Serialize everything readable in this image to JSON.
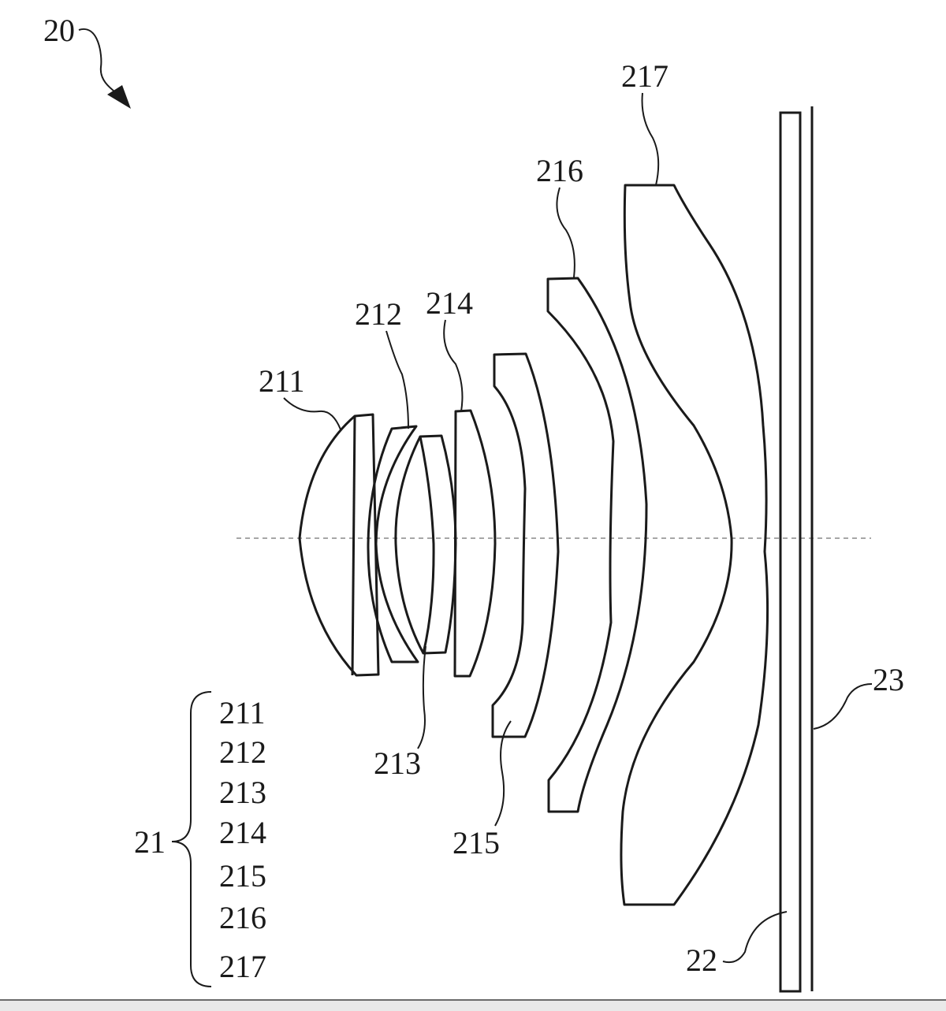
{
  "figure": {
    "assembly_label": "20",
    "group_label": "21",
    "filter_label": "22",
    "sensor_label": "23",
    "lens_labels": {
      "l211": "211",
      "l212": "212",
      "l213": "213",
      "l214": "214",
      "l215": "215",
      "l216": "216",
      "l217": "217"
    },
    "group_members": [
      "211",
      "212",
      "213",
      "214",
      "215",
      "216",
      "217"
    ]
  }
}
